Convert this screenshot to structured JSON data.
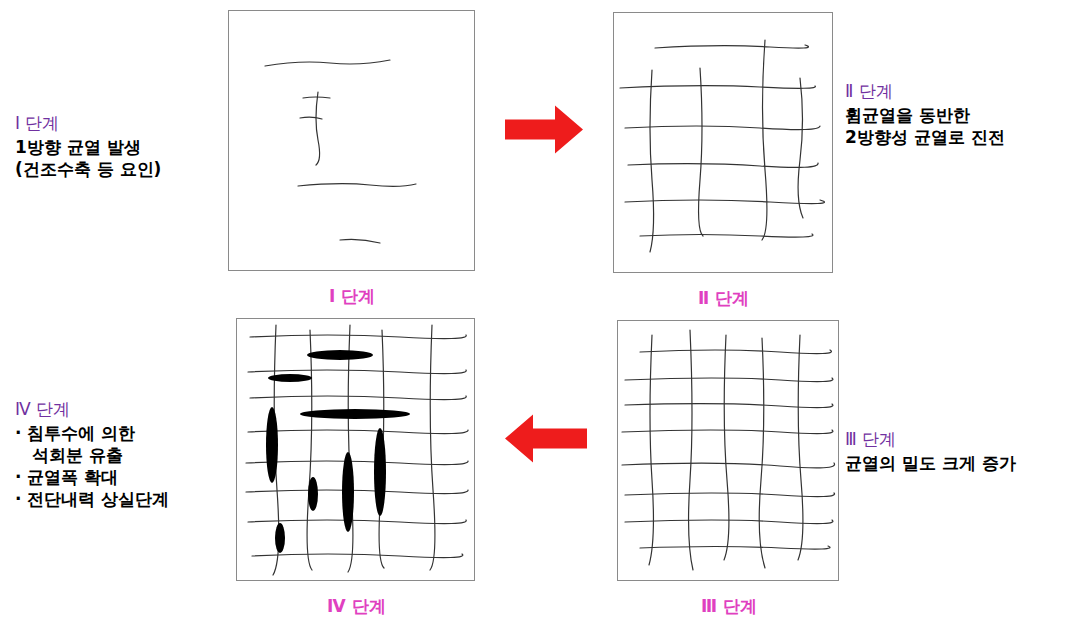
{
  "diagram": {
    "nodes": [
      {
        "text": [
          "Ⅰ 단계"
        ]
      },
      {
        "text": [
          "Ⅱ 단계"
        ]
      },
      {
        "text": [
          "Ⅲ 단계"
        ]
      },
      {
        "text": [
          "Ⅳ 단계"
        ]
      }
    ],
    "edges": [
      {
        "from": 0,
        "to": 1,
        "arrow": "to"
      },
      {
        "from": 2,
        "to": 3,
        "arrow": "to"
      }
    ],
    "labels": [
      "Ⅰ 단계",
      "1방향 균열 발생 (건조수축 등 요인)",
      "Ⅱ 단계",
      "휨균열을 동반한 2방향성 균열로 진전",
      "Ⅲ 단계",
      "균열의 밀도 크게 증가",
      "Ⅳ 단계",
      "· 침투수에 의한 석회분 유출",
      "· 균열폭 확대",
      "· 전단내력 상실단계"
    ]
  }
}
